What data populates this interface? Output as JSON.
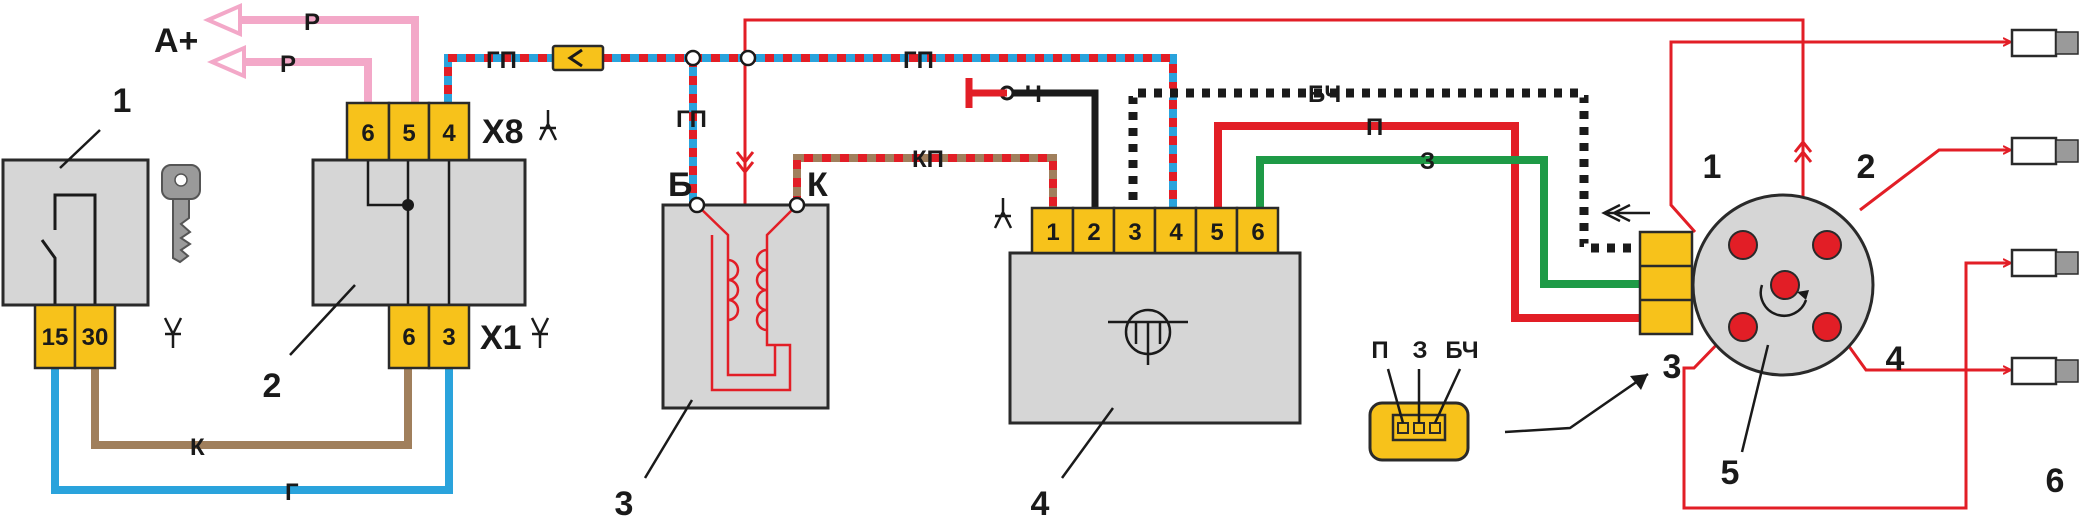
{
  "component_numbers": [
    "1",
    "2",
    "3",
    "4",
    "5",
    "6"
  ],
  "power_label": "A+",
  "wire_labels": {
    "p_upper": "Р",
    "p_lower": "Р",
    "gp_left": "ГП",
    "gp_top": "ГП",
    "gp_vertical": "ГП",
    "kp": "КП",
    "ch": "Ч",
    "bch": "БЧ",
    "p_mid": "П",
    "z": "З",
    "k": "К",
    "g": "Г"
  },
  "switch_pins": [
    "15",
    "30"
  ],
  "relay_top_pins": [
    "6",
    "5",
    "4"
  ],
  "relay_bottom_pins": [
    "6",
    "3"
  ],
  "connector_labels": {
    "x8": "X8",
    "x1": "X1"
  },
  "coil_terminals": {
    "b": "Б",
    "k": "К"
  },
  "commutator_pins": [
    "1",
    "2",
    "3",
    "4",
    "5",
    "6"
  ],
  "plug_labels": [
    "П",
    "З",
    "БЧ"
  ],
  "distributor_pins": [
    "1",
    "2",
    "3",
    "4"
  ],
  "distributor_input_label": "3",
  "colors": {
    "red": "#e21e26",
    "blue": "#2aa3dc",
    "pink": "#f3a8c8",
    "brown": "#a07f5c",
    "green": "#1e9a46",
    "black": "#1a1a1a",
    "yellow": "#f7c21b",
    "gray": "#d6d6d6"
  },
  "icons": [
    "ignition-key-icon",
    "transistor-icon",
    "ground-symbol-icon",
    "rotation-arrow-icon",
    "spark-plug-icon"
  ]
}
